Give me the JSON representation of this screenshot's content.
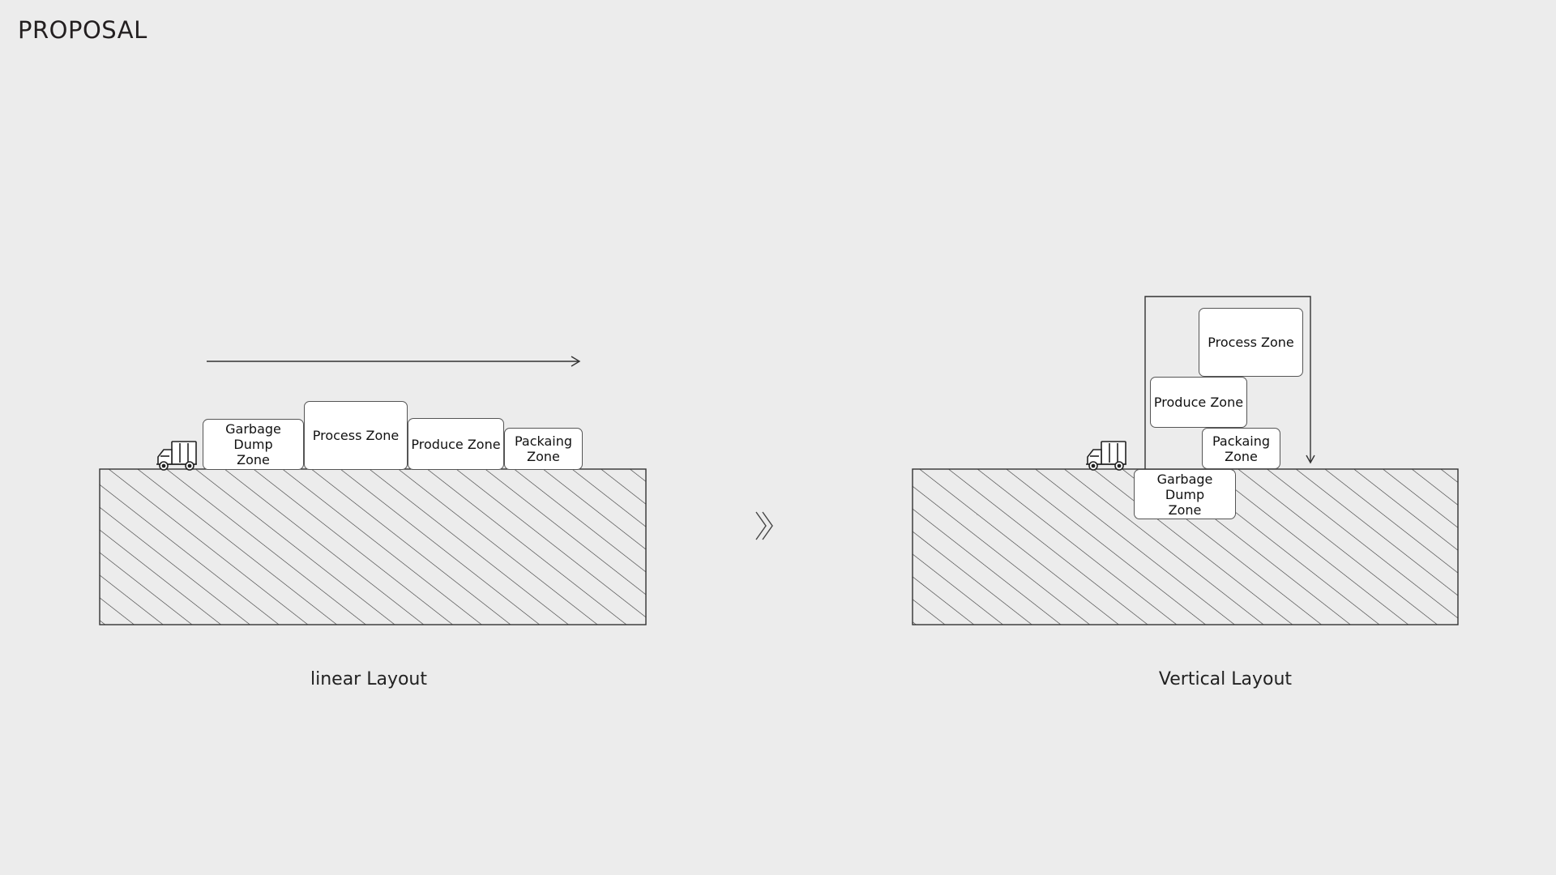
{
  "title": "PROPOSAL",
  "left_diagram": {
    "caption": "linear Layout",
    "zones": {
      "garbage": "Garbage\nDump\nZone",
      "process": "Process Zone",
      "produce": "Produce Zone",
      "packaging": "Packaing\nZone"
    }
  },
  "right_diagram": {
    "caption": "Vertical Layout",
    "zones": {
      "process": "Process Zone",
      "produce": "Produce Zone",
      "packaging": "Packaing\nZone",
      "garbage": "Garbage\nDump\nZone"
    }
  },
  "icons": {
    "truck": "truck-icon",
    "transition": "double-chevron-right-icon",
    "flow_arrow": "arrow-right-icon"
  }
}
